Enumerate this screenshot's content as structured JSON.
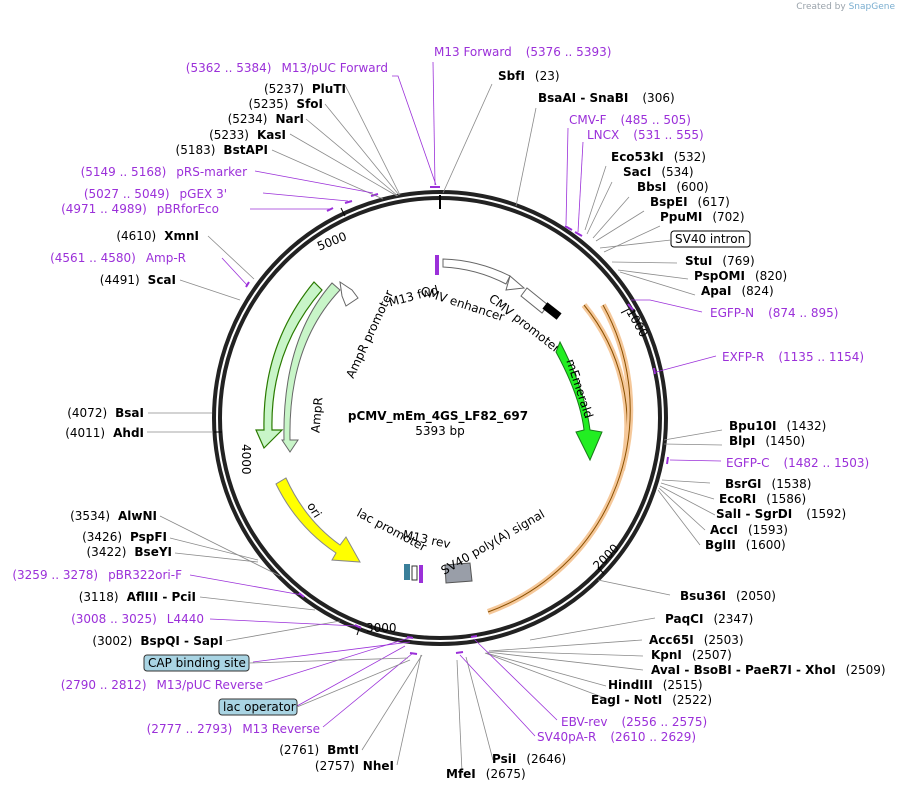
{
  "branding": {
    "prefix": "Created by",
    "name": "SnapGene"
  },
  "map": {
    "name": "pCMV_mEm_4GS_LF82_697",
    "length_label": "5393 bp",
    "ticks": [
      "1000",
      "2000",
      "3000",
      "4000",
      "5000"
    ]
  },
  "feature_labels": [
    "M13 fwd",
    "CMV enhancer",
    "CMV promoter",
    "mEmerald",
    "SV40 poly(A) signal",
    "M13 rev",
    "lac promoter",
    "ori",
    "AmpR",
    "AmpR promoter"
  ],
  "right_sites": [
    {
      "name": "SbfI",
      "pos": "(23)"
    },
    {
      "name": "BsaAI  -  SnaBI",
      "pos": "(306)"
    },
    {
      "name": "Eco53kI",
      "pos": "(532)"
    },
    {
      "name": "SacI",
      "pos": "(534)"
    },
    {
      "name": "BbsI",
      "pos": "(600)"
    },
    {
      "name": "BspEI",
      "pos": "(617)"
    },
    {
      "name": "PpuMI",
      "pos": "(702)"
    },
    {
      "name": "StuI",
      "pos": "(769)"
    },
    {
      "name": "PspOMI",
      "pos": "(820)"
    },
    {
      "name": "ApaI",
      "pos": "(824)"
    },
    {
      "name": "Bpu10I",
      "pos": "(1432)"
    },
    {
      "name": "BlpI",
      "pos": "(1450)"
    },
    {
      "name": "BsrGI",
      "pos": "(1538)"
    },
    {
      "name": "EcoRI",
      "pos": "(1586)"
    },
    {
      "name": "SalI  -  SgrDI",
      "pos": "(1592)"
    },
    {
      "name": "AccI",
      "pos": "(1593)"
    },
    {
      "name": "BglII",
      "pos": "(1600)"
    },
    {
      "name": "Bsu36I",
      "pos": "(2050)"
    },
    {
      "name": "PaqCI",
      "pos": "(2347)"
    },
    {
      "name": "Acc65I",
      "pos": "(2503)"
    },
    {
      "name": "KpnI",
      "pos": "(2507)"
    },
    {
      "name": "AvaI  -  BsoBI  -  PaeR7I  -  XhoI",
      "pos": "(2509)"
    },
    {
      "name": "HindIII",
      "pos": "(2515)"
    },
    {
      "name": "EagI  -  NotI",
      "pos": "(2522)"
    },
    {
      "name": "PsiI",
      "pos": "(2646)"
    },
    {
      "name": "MfeI",
      "pos": "(2675)"
    }
  ],
  "left_sites": [
    {
      "name": "PluTI",
      "pos": "(5237)"
    },
    {
      "name": "SfoI",
      "pos": "(5235)"
    },
    {
      "name": "NarI",
      "pos": "(5234)"
    },
    {
      "name": "KasI",
      "pos": "(5233)"
    },
    {
      "name": "BstAPI",
      "pos": "(5183)"
    },
    {
      "name": "XmnI",
      "pos": "(4610)"
    },
    {
      "name": "ScaI",
      "pos": "(4491)"
    },
    {
      "name": "BsaI",
      "pos": "(4072)"
    },
    {
      "name": "AhdI",
      "pos": "(4011)"
    },
    {
      "name": "AlwNI",
      "pos": "(3534)"
    },
    {
      "name": "PspFI",
      "pos": "(3426)"
    },
    {
      "name": "BseYI",
      "pos": "(3422)"
    },
    {
      "name": "AflIII  -  PciI",
      "pos": "(3118)"
    },
    {
      "name": "BspQI  -  SapI",
      "pos": "(3002)"
    },
    {
      "name": "BmtI",
      "pos": "(2761)"
    },
    {
      "name": "NheI",
      "pos": "(2757)"
    }
  ],
  "primers": [
    {
      "name": "M13 Forward",
      "range": "(5376 .. 5393)"
    },
    {
      "name": "M13/pUC Forward",
      "range": "(5362 .. 5384)"
    },
    {
      "name": "CMV-F",
      "range": "(485 .. 505)"
    },
    {
      "name": "LNCX",
      "range": "(531 .. 555)"
    },
    {
      "name": "EGFP-N",
      "range": "(874 .. 895)"
    },
    {
      "name": "EXFP-R",
      "range": "(1135 .. 1154)"
    },
    {
      "name": "EGFP-C",
      "range": "(1482 .. 1503)"
    },
    {
      "name": "EBV-rev",
      "range": "(2556 .. 2575)"
    },
    {
      "name": "SV40pA-R",
      "range": "(2610 .. 2629)"
    },
    {
      "name": "pRS-marker",
      "range": "(5149 .. 5168)"
    },
    {
      "name": "pGEX 3'",
      "range": "(5027 .. 5049)"
    },
    {
      "name": "pBRforEco",
      "range": "(4971 .. 4989)"
    },
    {
      "name": "Amp-R",
      "range": "(4561 .. 4580)"
    },
    {
      "name": "pBR322ori-F",
      "range": "(3259 .. 3278)"
    },
    {
      "name": "L4440",
      "range": "(3008 .. 3025)"
    },
    {
      "name": "M13/pUC Reverse",
      "range": "(2790 .. 2812)"
    },
    {
      "name": "M13 Reverse",
      "range": "(2777 .. 2793)"
    }
  ],
  "boxed_features": [
    {
      "name": "SV40 intron"
    },
    {
      "name": "CAP binding site"
    },
    {
      "name": "lac operator"
    }
  ],
  "colors": {
    "backbone": "#222222",
    "cmv_promoter": "#ffffff",
    "mEmerald": "#22ee22",
    "sv40_polya": "#999ea8",
    "ori": "#ffff00",
    "ampr": "#c8f5c8",
    "primer": "#9b30d9",
    "intron": "#f5c89a"
  }
}
